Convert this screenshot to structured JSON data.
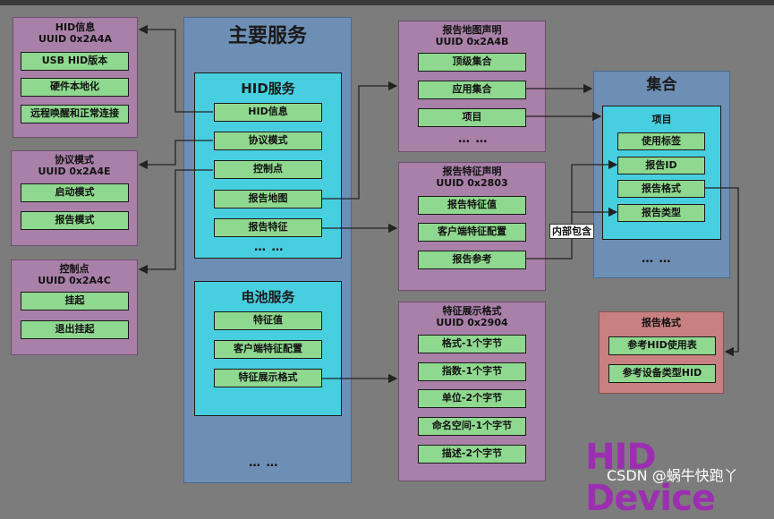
{
  "hid_info": {
    "title": "HID信息",
    "uuid": "UUID 0x2A4A",
    "items": [
      "USB HID版本",
      "硬件本地化",
      "远程唤醒和正常连接"
    ]
  },
  "protocol_mode": {
    "title": "协议模式",
    "uuid": "UUID 0x2A4E",
    "items": [
      "启动模式",
      "报告模式"
    ]
  },
  "control_point": {
    "title": "控制点",
    "uuid": "UUID 0x2A4C",
    "items": [
      "挂起",
      "退出挂起"
    ]
  },
  "main_services": {
    "title": "主要服务",
    "hid_service": {
      "title": "HID服务",
      "items": [
        "HID信息",
        "协议模式",
        "控制点",
        "报告地图",
        "报告特征"
      ],
      "more": "… …"
    },
    "battery_service": {
      "title": "电池服务",
      "items": [
        "特征值",
        "客户端特征配置",
        "特征展示格式"
      ]
    },
    "more": "… …"
  },
  "report_map": {
    "title": "报告地图声明",
    "uuid": "UUID 0x2A4B",
    "items": [
      "顶级集合",
      "应用集合",
      "项目"
    ],
    "more": "… …"
  },
  "report_char": {
    "title": "报告特征声明",
    "uuid": "UUID 0x2803",
    "items": [
      "报告特征值",
      "客户端特征配置",
      "报告参考"
    ]
  },
  "pres_format": {
    "title": "特征展示格式",
    "uuid": "UUID 0x2904",
    "items": [
      "格式-1个字节",
      "指数-1个字节",
      "单位-2个字节",
      "命名空间-1个字节",
      "描述-2个字节"
    ]
  },
  "collection": {
    "title": "集合",
    "project": {
      "title": "项目",
      "items": [
        "使用标签",
        "报告ID",
        "报告格式",
        "报告类型"
      ]
    },
    "more": "… …"
  },
  "report_format": {
    "title": "报告格式",
    "items": [
      "参考HID使用表",
      "参考设备类型HID"
    ]
  },
  "internal_label": "内部包含",
  "brand": "HID Device",
  "watermark": "CSDN @蜗牛快跑丫"
}
